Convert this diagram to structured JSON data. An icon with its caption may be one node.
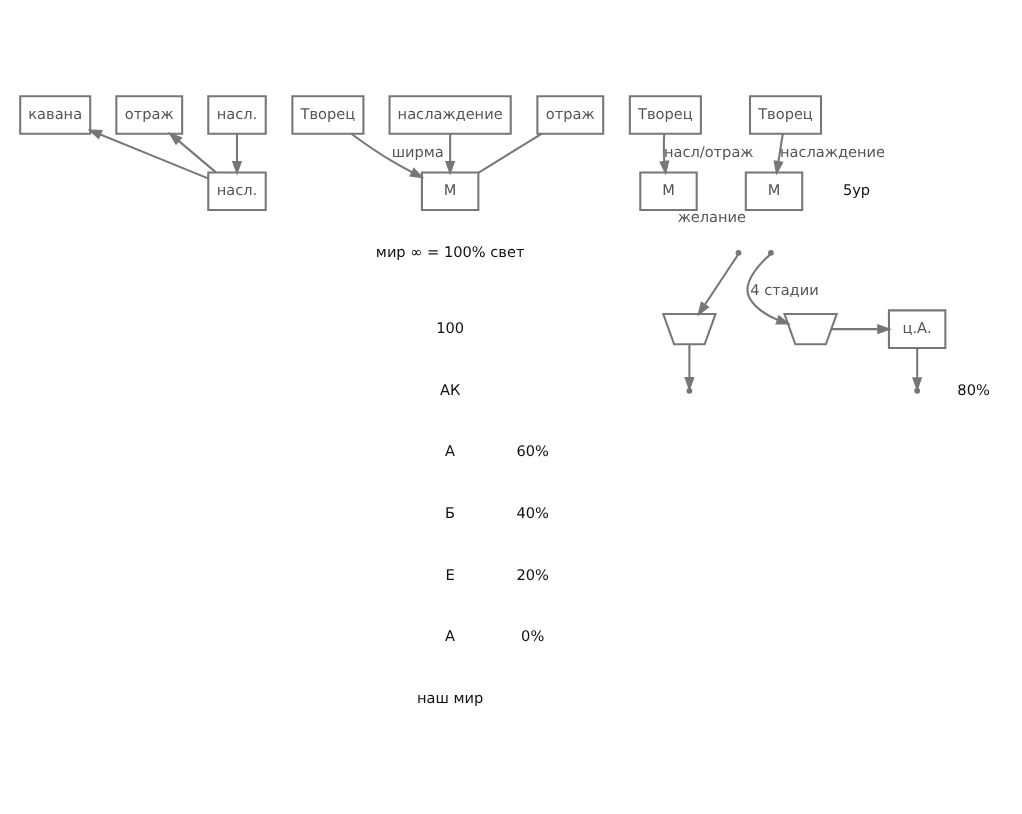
{
  "diagram": {
    "nodes": [
      {
        "text": [
          "насл."
        ]
      },
      {
        "text": [
          "кавана"
        ]
      },
      {
        "text": [
          "отраж"
        ]
      },
      {
        "text": [
          "насл."
        ]
      },
      {
        "text": [
          "Творец"
        ]
      },
      {
        "text": [
          "М"
        ]
      },
      {
        "text": [
          "наслаждение"
        ]
      },
      {
        "text": [
          "отраж"
        ]
      },
      {
        "text": [
          "Творец"
        ]
      },
      {
        "text": [
          "М"
        ]
      },
      {
        "text": [
          "Творец"
        ]
      },
      {
        "text": [
          "М"
        ],
        "beside": [
          "желание"
        ]
      },
      {
        "text": [],
        "shape": "bowl"
      },
      {
        "text": [
          "ц.А."
        ]
      },
      {
        "text": [],
        "shape": "bowl"
      }
    ],
    "edges": [
      {
        "from": 0,
        "to": 1,
        "arrow": "to"
      },
      {
        "from": 0,
        "to": 2,
        "arrow": "to"
      },
      {
        "from": 3,
        "to": 0,
        "arrow": "to"
      },
      {
        "from": 4,
        "to": 5,
        "arrow": "to",
        "label": "ширма"
      },
      {
        "from": 6,
        "to": 5,
        "arrow": "to"
      },
      {
        "from": 7,
        "to": 5,
        "arrow": "none"
      },
      {
        "from": 8,
        "to": 9,
        "arrow": "to",
        "label": "насл/отраж"
      },
      {
        "from": 10,
        "to": 11,
        "arrow": "to",
        "label": "наслаждение"
      },
      {
        "from": null,
        "to": 12,
        "arrow": "to"
      },
      {
        "from": 12,
        "to": null,
        "arrow": "to"
      },
      {
        "from": 13,
        "to": null,
        "arrow": "to"
      },
      {
        "from": 14,
        "to": 13,
        "arrow": "to"
      },
      {
        "from": null,
        "to": 14,
        "arrow": "to",
        "label": "4 стадии"
      }
    ],
    "labels": [
      "5ур",
      "мир ∞ = 100% свет",
      "100",
      "АК",
      "80%",
      "А",
      "60%",
      "Б",
      "40%",
      "Е",
      "20%",
      "А",
      "0%",
      "наш мир"
    ]
  }
}
